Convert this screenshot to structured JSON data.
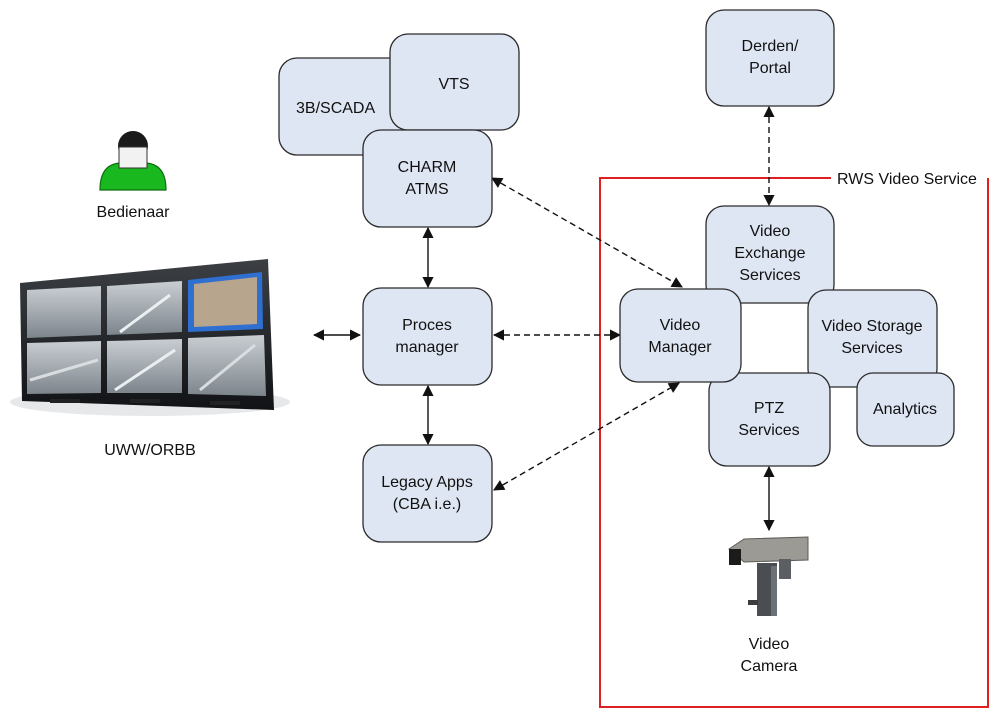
{
  "boundary": {
    "label": "RWS Video Service",
    "color": "#e02020"
  },
  "nodes": {
    "derden_portal": [
      "Derden/",
      "Portal"
    ],
    "b3_scada": [
      "3B/SCADA"
    ],
    "vts": [
      "VTS"
    ],
    "charm_atms": [
      "CHARM",
      "ATMS"
    ],
    "proces_manager": [
      "Proces",
      "manager"
    ],
    "legacy_apps": [
      "Legacy Apps",
      "(CBA i.e.)"
    ],
    "video_exchange": [
      "Video",
      "Exchange",
      "Services"
    ],
    "video_manager": [
      "Video",
      "Manager"
    ],
    "video_storage": [
      "Video Storage",
      "Services"
    ],
    "ptz_services": [
      "PTZ",
      "Services"
    ],
    "analytics": [
      "Analytics"
    ]
  },
  "labels": {
    "operator": "Bedienaar",
    "monitor_wall": "UWW/ORBB",
    "camera": [
      "Video",
      "Camera"
    ]
  },
  "colors": {
    "box_fill": "#dfe6f3",
    "box_stroke": "#2b2b2b",
    "operator_green": "#19b81e"
  },
  "icons": {
    "operator": "person-icon",
    "monitor_wall": "monitor-wall-icon",
    "camera": "cctv-camera-icon"
  }
}
